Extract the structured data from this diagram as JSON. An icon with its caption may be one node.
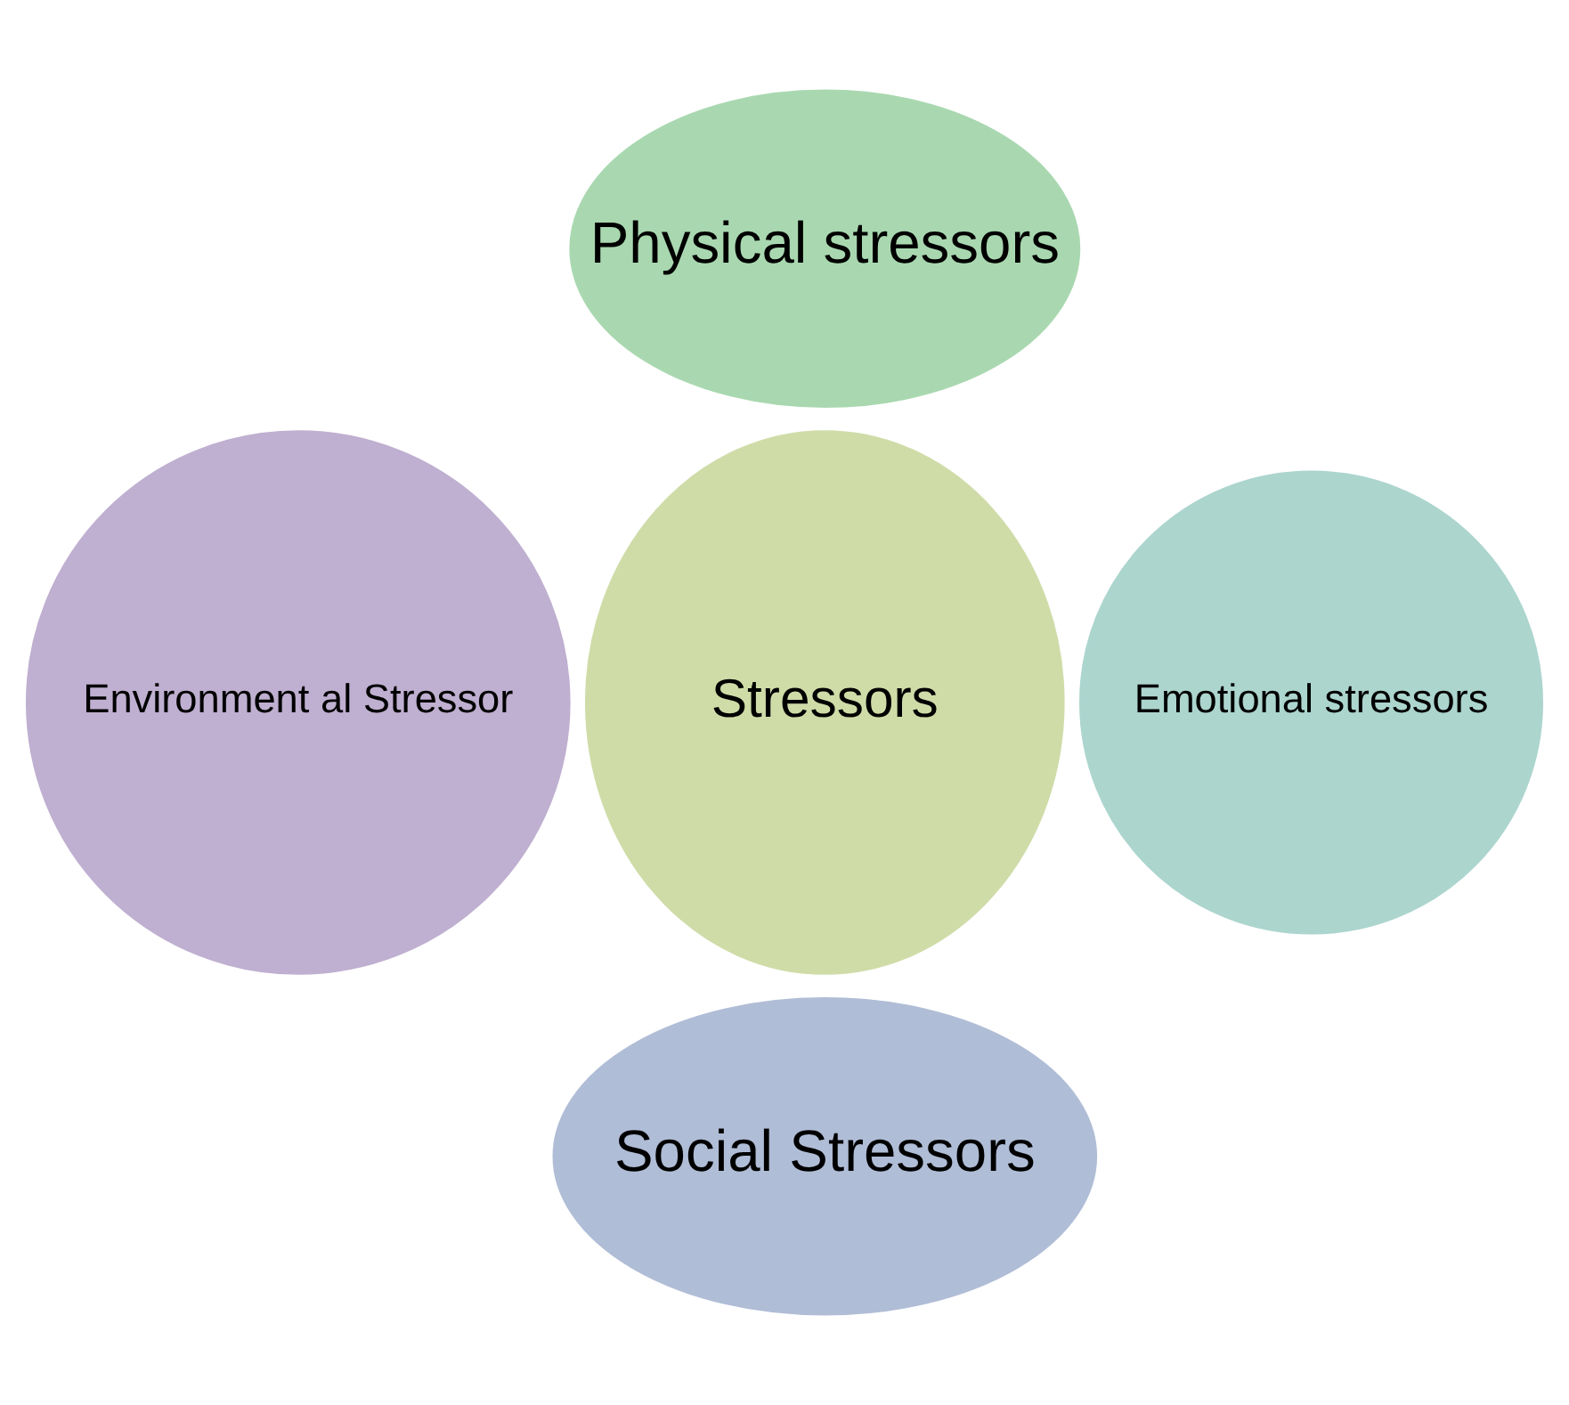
{
  "diagram": {
    "nodes": [
      {
        "text": [
          "Physical stressors"
        ]
      },
      {
        "text": [
          "Environment al Stressor"
        ]
      },
      {
        "text": [
          "Stressors"
        ]
      },
      {
        "text": [
          "Emotional stressors"
        ]
      },
      {
        "text": [
          "Social Stressors"
        ]
      }
    ]
  }
}
